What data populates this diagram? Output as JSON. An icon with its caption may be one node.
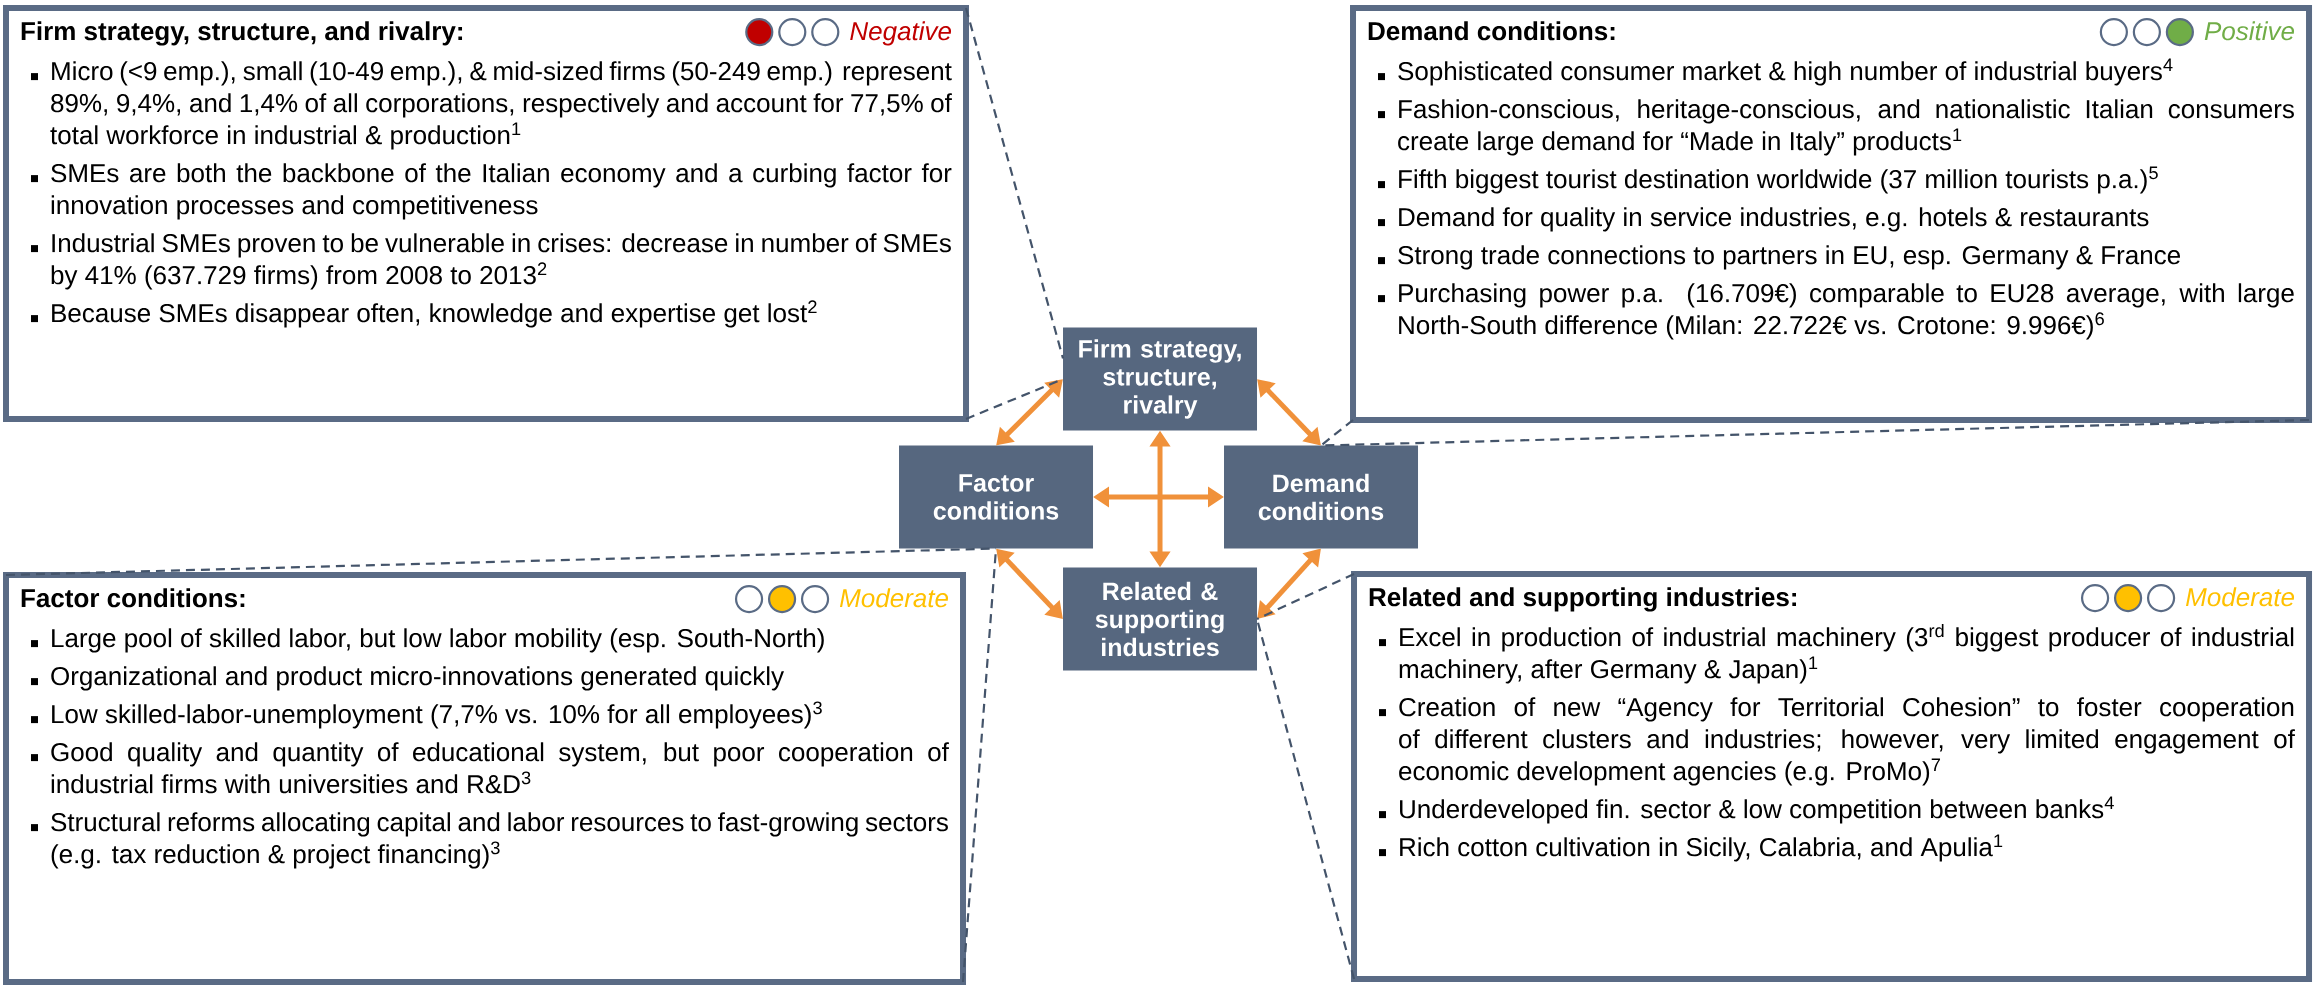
{
  "diagram": {
    "nodes": [
      {
        "text": [
          "Firm strategy, structure, and rivalry:",
          "Negative",
          "Micro (<9 emp.), small (10-49 emp.), & mid-sized firms (50-249 emp.) represent 89%, 9,4%, and 1,4% of all corporations, respectively and account for 77,5% of total workforce in industrial & production$^{1}$",
          "SMEs are both the backbone of the Italian economy and a curbing factor for innovation processes and competitiveness",
          "Industrial SMEs proven to be vulnerable in crises: decrease in number of SMEs by 41% (637.729 firms) from 2008 to 2013$^{2}$",
          "Because SMEs disappear often, knowledge and expertise get lost$^{2}$"
        ]
      },
      {
        "text": [
          "Demand conditions:",
          "Positive",
          "Sophisticated consumer market & high number of industrial buyers$^{4}$",
          "Fashion-conscious, heritage-conscious, and nationalistic Italian consumers create large demand for “Made in Italy” products$^{1}$",
          "Fifth biggest tourist destination worldwide (37 million tourists p.a.)$^{5}$",
          "Demand for quality in service industries, e.g. hotels & restaurants",
          "Strong trade connections to partners in EU, esp. Germany & France",
          "Purchasing power p.a. (16.709€) comparable to EU28 average, with large North-South difference (Milan: 22.722€ vs. Crotone: 9.996€)$^{6}$"
        ]
      },
      {
        "text": [
          "Factor conditions:",
          "Moderate",
          "Large pool of skilled labor, but low labor mobility (esp. South-North)",
          "Organizational and product micro-innovations generated quickly",
          "Low skilled-labor-unemployment (7,7% vs. 10% for all employees)$^{3}$",
          "Good quality and quantity of educational system, but poor cooperation of industrial firms with universities and R&D$^{3}$",
          "Structural reforms allocating capital and labor resources to fast-growing sectors (e.g. tax reduction & project financing)$^{3}$"
        ]
      },
      {
        "text": [
          "Related and supporting industries:",
          "Moderate",
          "Excel in production of industrial machinery (3$^{rd}$ biggest producer of industrial machinery, after Germany & Japan)$^{1}$",
          "Creation of new “Agency for Territorial Cohesion” to foster cooperation of different clusters and industries; however, very limited engagement of economic development agencies (e.g. ProMo)$^{7}$",
          "Underdeveloped fin. sector & low competition between banks$^{4}$",
          "Rich cotton cultivation in Sicily, Calabria, and Apulia$^{1}$"
        ]
      },
      {
        "text": [
          "Firm strategy, structure, rivalry"
        ]
      },
      {
        "text": [
          "Factor conditions"
        ]
      },
      {
        "text": [
          "Demand conditions"
        ]
      },
      {
        "text": [
          "Related & supporting industries"
        ]
      }
    ],
    "edges": [
      {
        "from": 4,
        "to": 5,
        "arrow": "both",
        "color": "#f0913a"
      },
      {
        "from": 4,
        "to": 6,
        "arrow": "both",
        "color": "#f0913a"
      },
      {
        "from": 4,
        "to": 7,
        "arrow": "both",
        "color": "#f0913a"
      },
      {
        "from": 5,
        "to": 6,
        "arrow": "both",
        "color": "#f0913a"
      },
      {
        "from": 5,
        "to": 7,
        "arrow": "both",
        "color": "#f0913a"
      },
      {
        "from": 6,
        "to": 7,
        "arrow": "both",
        "color": "#f0913a"
      },
      {
        "from": 0,
        "to": 4,
        "arrow": "none",
        "style": "dashed"
      },
      {
        "from": 0,
        "to": 4,
        "arrow": "none",
        "style": "dashed"
      },
      {
        "from": 1,
        "to": 6,
        "arrow": "none",
        "style": "dashed"
      },
      {
        "from": 1,
        "to": 6,
        "arrow": "none",
        "style": "dashed"
      },
      {
        "from": 2,
        "to": 5,
        "arrow": "none",
        "style": "dashed"
      },
      {
        "from": 2,
        "to": 5,
        "arrow": "none",
        "style": "dashed"
      },
      {
        "from": 3,
        "to": 7,
        "arrow": "none",
        "style": "dashed"
      },
      {
        "from": 3,
        "to": 7,
        "arrow": "none",
        "style": "dashed"
      }
    ]
  }
}
